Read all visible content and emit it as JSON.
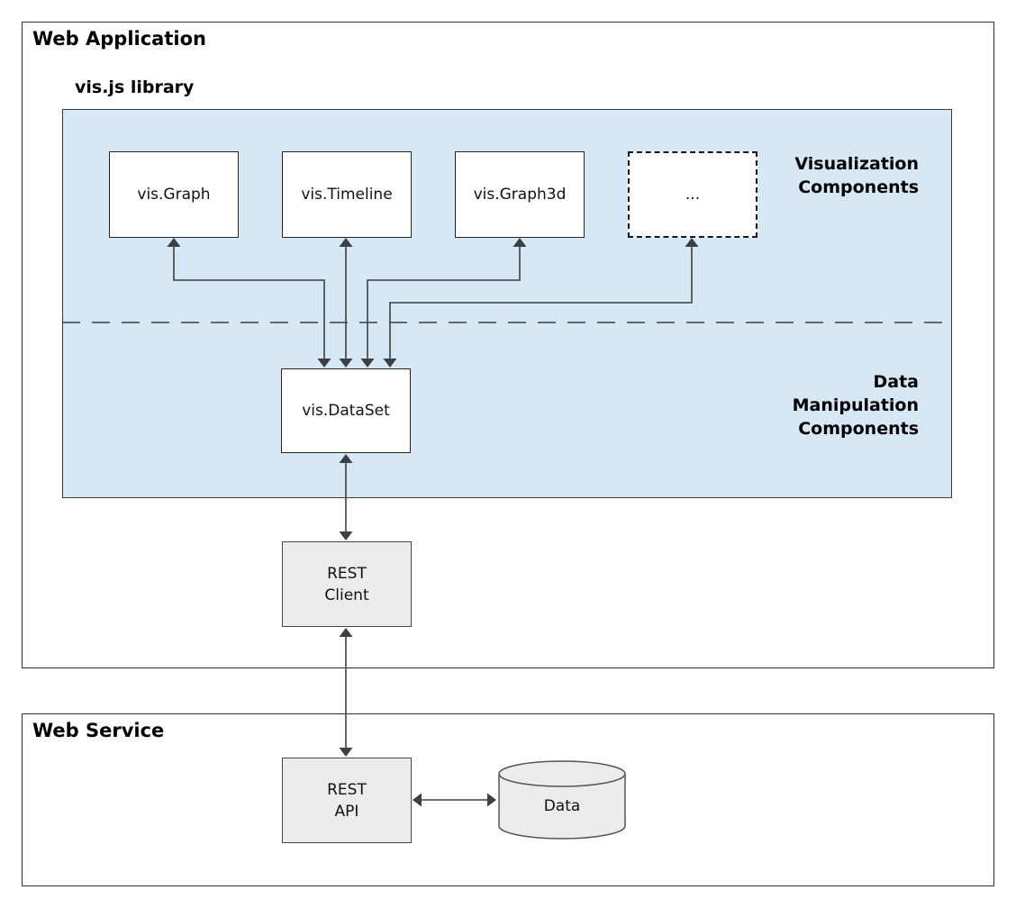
{
  "colors": {
    "blue_fill": "#d6e8f5",
    "gray_fill": "#ececec",
    "white_fill": "#ffffff",
    "border_dark": "#2e2e2e",
    "arrow": "#3f3f3f",
    "bg": "#ffffff"
  },
  "web_application": {
    "title": "Web Application"
  },
  "web_service": {
    "title": "Web Service"
  },
  "vis_library": {
    "title": "vis.js library"
  },
  "group_labels": {
    "visualization": "Visualization\nComponents",
    "data_manipulation": "Data\nManipulation\nComponents"
  },
  "nodes": {
    "vis_graph": {
      "label": "vis.Graph"
    },
    "vis_timeline": {
      "label": "vis.Timeline"
    },
    "vis_graph3d": {
      "label": "vis.Graph3d"
    },
    "more": {
      "label": "..."
    },
    "vis_dataset": {
      "label": "vis.DataSet"
    },
    "rest_client": {
      "label": "REST\nClient"
    },
    "rest_api": {
      "label": "REST\nAPI"
    },
    "data_store": {
      "label": "Data"
    }
  }
}
